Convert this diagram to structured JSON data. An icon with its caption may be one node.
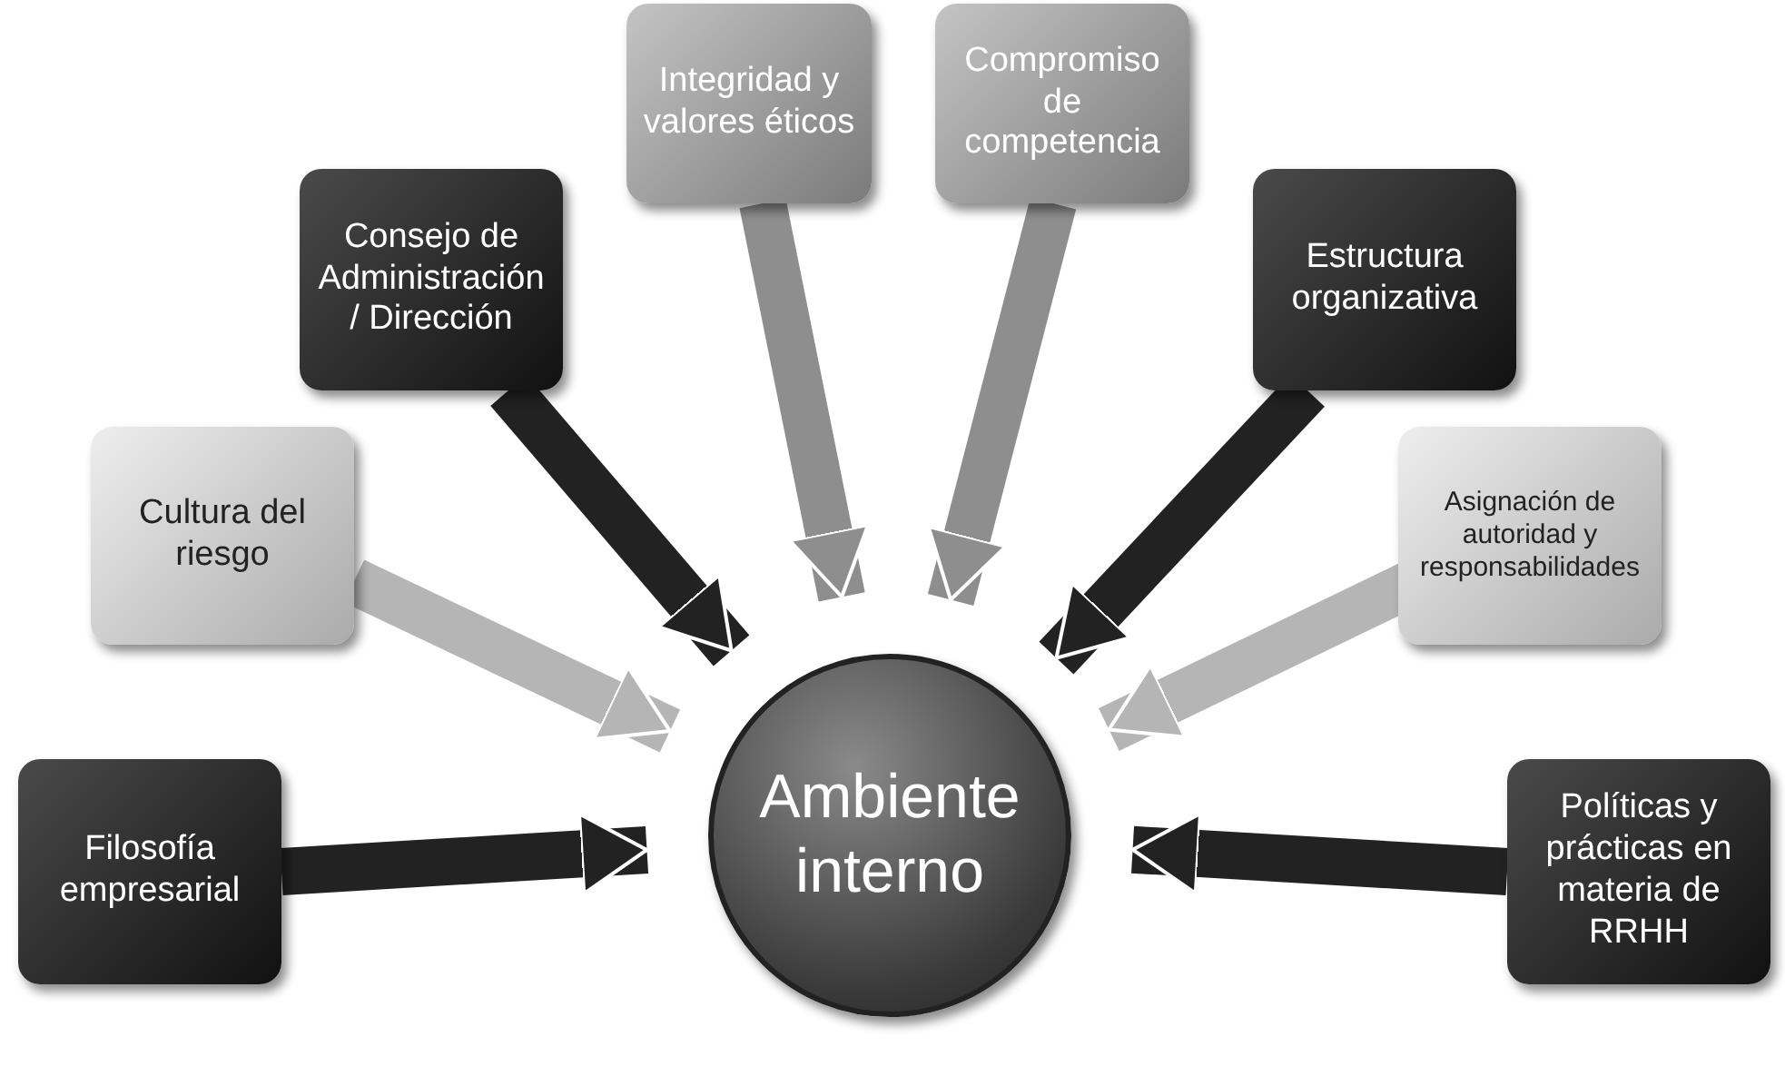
{
  "diagram": {
    "nodes": [
      {
        "text": [
          "Filosofía empresarial"
        ]
      },
      {
        "text": [
          "Cultura del riesgo"
        ]
      },
      {
        "text": [
          "Consejo de Administración / Dirección"
        ]
      },
      {
        "text": [
          "Integridad y valores éticos"
        ]
      },
      {
        "text": [
          "Compromiso de competencia"
        ]
      },
      {
        "text": [
          "Estructura organizativa"
        ]
      },
      {
        "text": [
          "Asignación de autoridad y responsabilidades"
        ]
      },
      {
        "text": [
          "Políticas y prácticas en materia de RRHH"
        ]
      },
      {
        "text": [
          "Ambiente interno"
        ]
      }
    ],
    "edges": [
      {
        "from": 0,
        "to": 8,
        "arrow": "to"
      },
      {
        "from": 1,
        "to": 8,
        "arrow": "to",
        "color": "#b5b5b5"
      },
      {
        "from": 2,
        "to": 8,
        "arrow": "to"
      },
      {
        "from": 3,
        "to": 8,
        "arrow": "to",
        "color": "#8e8e8e"
      },
      {
        "from": 4,
        "to": 8,
        "arrow": "to",
        "color": "#8e8e8e"
      },
      {
        "from": 5,
        "to": 8,
        "arrow": "to"
      },
      {
        "from": 6,
        "to": 8,
        "arrow": "to",
        "color": "#b5b5b5"
      },
      {
        "from": 7,
        "to": 8,
        "arrow": "to"
      }
    ]
  }
}
